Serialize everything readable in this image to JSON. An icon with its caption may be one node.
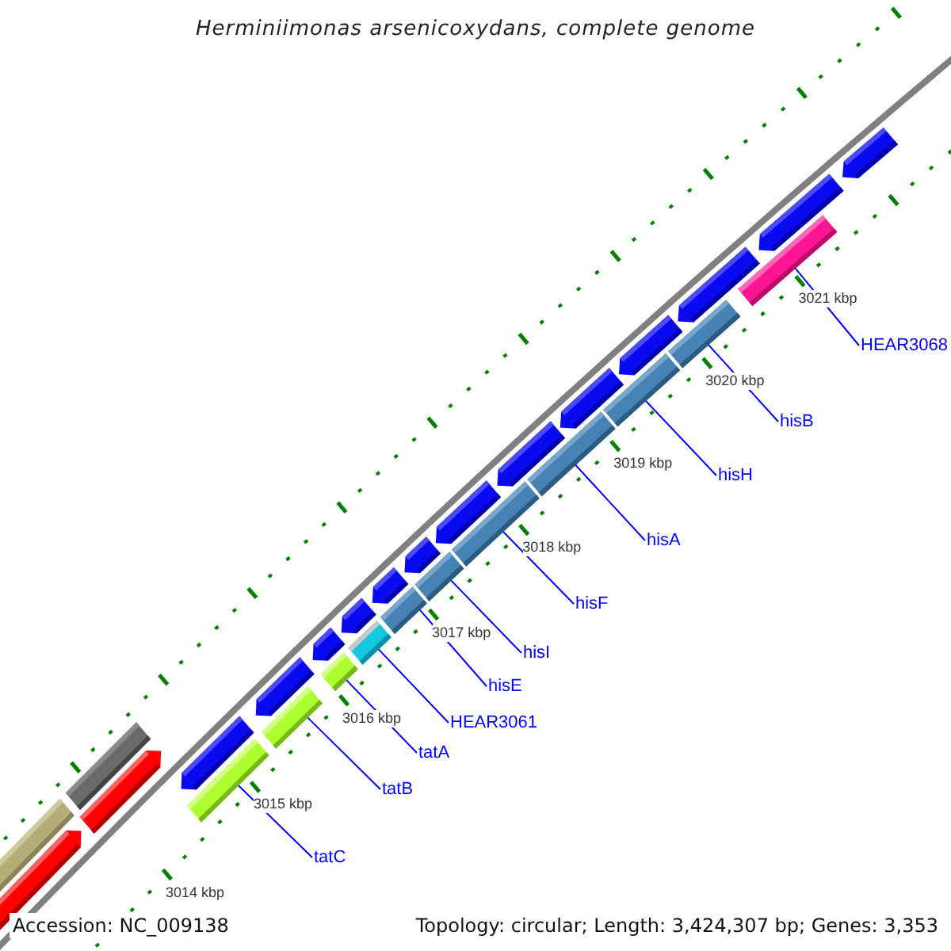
{
  "diagram": {
    "title": "Herminiimonas arsenicoxydans, complete genome",
    "nodes": [
      {
        "text": [],
        "shape": "bar"
      },
      {
        "text": [],
        "shape": "bar"
      },
      {
        "text": [],
        "shape": "bar"
      },
      {
        "text": [],
        "shape": "bar"
      },
      {
        "text": [],
        "shape": "bar"
      },
      {
        "text": [],
        "shape": "bar"
      },
      {
        "text": [],
        "shape": "bar"
      },
      {
        "text": [],
        "shape": "bar"
      },
      {
        "text": [],
        "shape": "bar"
      },
      {
        "text": [],
        "shape": "bar"
      },
      {
        "text": [],
        "shape": "bar"
      },
      {
        "text": [
          "tatC"
        ]
      },
      {
        "text": [
          "tatB"
        ]
      },
      {
        "text": [
          "tatA"
        ]
      },
      {
        "text": [
          "HEAR3061"
        ]
      },
      {
        "text": [
          "hisE"
        ]
      },
      {
        "text": [
          "hisI"
        ]
      },
      {
        "text": [
          "hisF"
        ]
      },
      {
        "text": [
          "hisA"
        ]
      },
      {
        "text": [
          "hisH"
        ]
      },
      {
        "text": [
          "hisB"
        ]
      },
      {
        "text": [
          "HEAR3068"
        ]
      }
    ],
    "edges": [
      {
        "from": 11,
        "to": 0,
        "arrow": "none"
      },
      {
        "from": 12,
        "to": 1,
        "arrow": "none"
      },
      {
        "from": 13,
        "to": 2,
        "arrow": "none"
      },
      {
        "from": 14,
        "to": 3,
        "arrow": "none"
      },
      {
        "from": 15,
        "to": 4,
        "arrow": "none"
      },
      {
        "from": 16,
        "to": 5,
        "arrow": "none"
      },
      {
        "from": 17,
        "to": 6,
        "arrow": "none"
      },
      {
        "from": 18,
        "to": 7,
        "arrow": "none"
      },
      {
        "from": 19,
        "to": 8,
        "arrow": "none"
      },
      {
        "from": 20,
        "to": 9,
        "arrow": "none"
      },
      {
        "from": 21,
        "to": 10,
        "arrow": "none"
      }
    ],
    "labels": [
      "3021 kbp",
      "3020 kbp",
      "3019 kbp",
      "3018 kbp",
      "3017 kbp",
      "3016 kbp",
      "3015 kbp",
      "3014 kbp",
      "Accession: NC_009138",
      "Topology: circular; Length: 3,424,307 bp; Genes: 3,353"
    ]
  }
}
